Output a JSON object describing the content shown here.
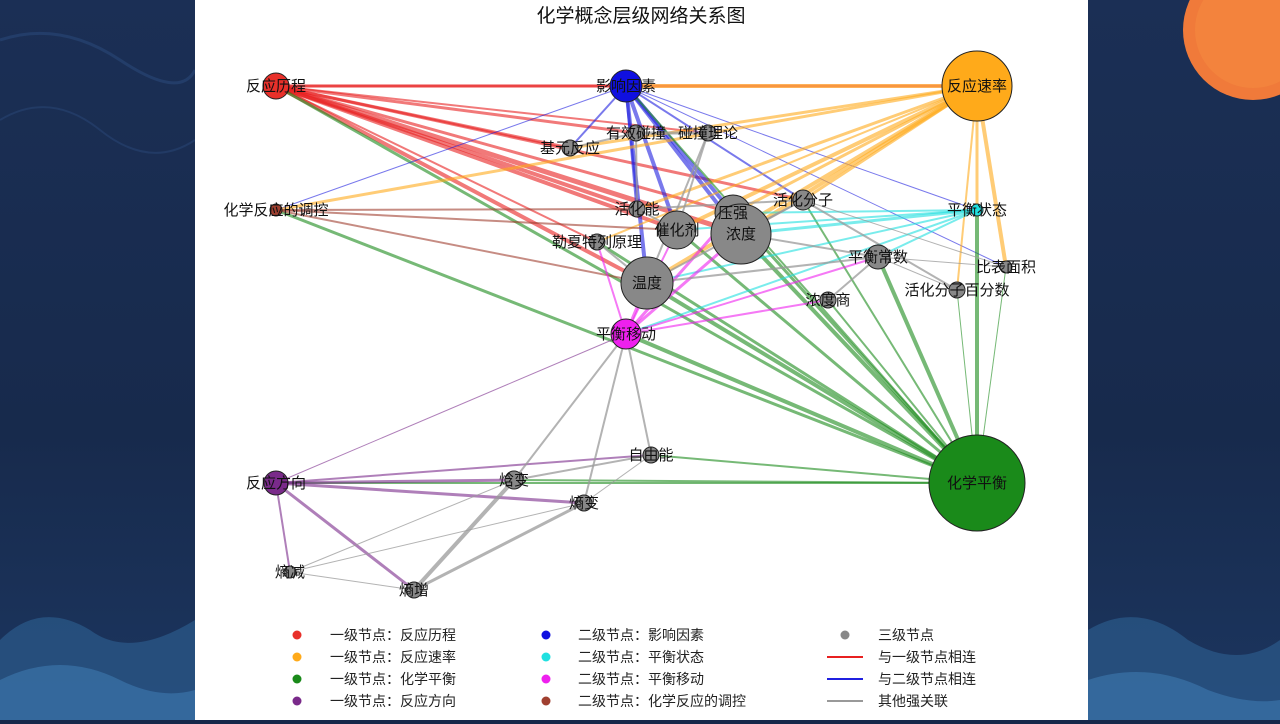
{
  "title": "化学概念层级网络关系图",
  "colors": {
    "level1_process": "#e8302a",
    "level1_rate": "#ffaa1a",
    "level1_equilibrium": "#1a8a1a",
    "level1_direction": "#7a2a8a",
    "level2_factors": "#1010e0",
    "level2_state": "#20e0e0",
    "level2_shift": "#ee20ee",
    "level2_control": "#a04030",
    "level3": "#888888",
    "edge_level1": "#e82020",
    "edge_level2": "#2020e0",
    "edge_other": "#999999"
  },
  "nodes": [
    {
      "id": "fyjc",
      "label": "反应历程",
      "color": "level1_process"
    },
    {
      "id": "yxys",
      "label": "影响因素",
      "color": "level2_factors"
    },
    {
      "id": "fysl",
      "label": "反应速率",
      "color": "level1_rate"
    },
    {
      "id": "yxpz",
      "label": "有效碰撞",
      "color": "level3"
    },
    {
      "id": "pzll",
      "label": "碰撞理论",
      "color": "level3"
    },
    {
      "id": "jyfy",
      "label": "基元反应",
      "color": "level3"
    },
    {
      "id": "hxtk",
      "label": "化学反应的调控",
      "color": "level2_control"
    },
    {
      "id": "hhn",
      "label": "活化能",
      "color": "level3"
    },
    {
      "id": "hhfz",
      "label": "活化分子",
      "color": "level3"
    },
    {
      "id": "phzt",
      "label": "平衡状态",
      "color": "level2_state"
    },
    {
      "id": "chj",
      "label": "催化剂",
      "color": "level3"
    },
    {
      "id": "yq",
      "label": "压强",
      "color": "level3"
    },
    {
      "id": "nd",
      "label": "浓度",
      "color": "level3"
    },
    {
      "id": "lxtl",
      "label": "勒夏特列原理",
      "color": "level3"
    },
    {
      "id": "phcs",
      "label": "平衡常数",
      "color": "level3"
    },
    {
      "id": "bbmj",
      "label": "比表面积",
      "color": "level3"
    },
    {
      "id": "wd",
      "label": "温度",
      "color": "level3"
    },
    {
      "id": "hhbf",
      "label": "活化分子百分数",
      "color": "level3"
    },
    {
      "id": "nds",
      "label": "浓度商",
      "color": "level3"
    },
    {
      "id": "phyd",
      "label": "平衡移动",
      "color": "level2_shift"
    },
    {
      "id": "zyn",
      "label": "自由能",
      "color": "level3"
    },
    {
      "id": "fyfx",
      "label": "反应方向",
      "color": "level1_direction"
    },
    {
      "id": "hb",
      "label": "焓变",
      "color": "level3"
    },
    {
      "id": "sb",
      "label": "熵变",
      "color": "level3"
    },
    {
      "id": "hxph",
      "label": "化学平衡",
      "color": "level1_equilibrium"
    },
    {
      "id": "sj",
      "label": "熵减",
      "color": "level3"
    },
    {
      "id": "sz",
      "label": "熵增",
      "color": "level3"
    }
  ],
  "legend": [
    {
      "marker": "dot",
      "color": "level1_process",
      "label": "一级节点：反应历程"
    },
    {
      "marker": "dot",
      "color": "level1_rate",
      "label": "一级节点：反应速率"
    },
    {
      "marker": "dot",
      "color": "level1_equilibrium",
      "label": "一级节点：化学平衡"
    },
    {
      "marker": "dot",
      "color": "level1_direction",
      "label": "一级节点：反应方向"
    },
    {
      "marker": "dot",
      "color": "level2_factors",
      "label": "二级节点：影响因素"
    },
    {
      "marker": "dot",
      "color": "level2_state",
      "label": "二级节点：平衡状态"
    },
    {
      "marker": "dot",
      "color": "level2_shift",
      "label": "二级节点：平衡移动"
    },
    {
      "marker": "dot",
      "color": "level2_control",
      "label": "二级节点：化学反应的调控"
    },
    {
      "marker": "dot",
      "color": "level3",
      "label": "三级节点"
    },
    {
      "marker": "line",
      "color": "edge_level1",
      "label": "与一级节点相连"
    },
    {
      "marker": "line",
      "color": "edge_level2",
      "label": "与二级节点相连"
    },
    {
      "marker": "line",
      "color": "edge_other",
      "label": "其他强关联"
    }
  ]
}
